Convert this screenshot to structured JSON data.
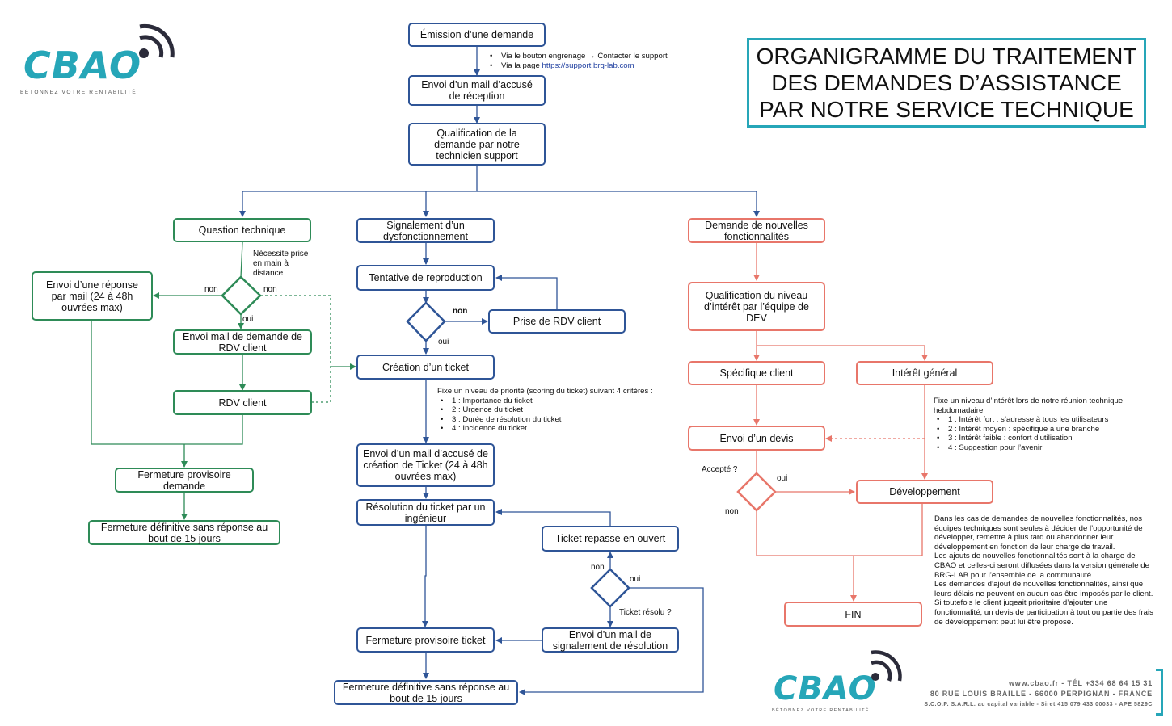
{
  "title": {
    "line1": "ORGANIGRAMME DU TRAITEMENT",
    "line2": "DES DEMANDES D’ASSISTANCE",
    "line3": "PAR NOTRE SERVICE TECHNIQUE"
  },
  "logo": {
    "brand": "CBAO",
    "tagline": "BÉTONNEZ VOTRE RENTABILITÉ"
  },
  "colors": {
    "blue": "#2f5597",
    "green": "#2e8b57",
    "red": "#e8766a",
    "brand": "#26a6b8"
  },
  "nodes": {
    "emission": "Émission d’une demande",
    "accuse": "Envoi d’un mail d’accusé de réception",
    "qualification": "Qualification de la demande par notre technicien support",
    "question_technique": "Question technique",
    "envoi_reponse": "Envoi d’une réponse par mail (24 à 48h ouvrées max)",
    "envoi_mail_rdv": "Envoi mail de demande de RDV client",
    "rdv_client": "RDV client",
    "fermeture_provisoire_demande": "Fermeture provisoire demande",
    "fermeture_definitive_1": "Fermeture définitive sans réponse au bout de 15 jours",
    "signalement": "Signalement d’un dysfonctionnement",
    "tentative": "Tentative de reproduction",
    "prise_rdv": "Prise de RDV client",
    "creation_ticket": "Création d’un ticket",
    "envoi_accuse_ticket": "Envoi d’un mail d’accusé de création de Ticket (24 à 48h ouvrées max)",
    "resolution": "Résolution du ticket par un ingénieur",
    "ticket_repasse": "Ticket repasse en ouvert",
    "envoi_mail_resolution": "Envoi d’un mail de signalement de résolution",
    "fermeture_provisoire_ticket": "Fermeture provisoire ticket",
    "fermeture_definitive_2": "Fermeture définitive sans réponse au bout de 15 jours",
    "demande_fonctionnalites": "Demande de nouvelles fonctionnalités",
    "qualification_interet": "Qualification du niveau d’intérêt par l’équipe de DEV",
    "specifique_client": "Spécifique client",
    "interet_general": "Intérêt général",
    "envoi_devis": "Envoi d’un devis",
    "developpement": "Développement",
    "fin": "FIN"
  },
  "labels": {
    "non_1": "non",
    "non_2": "non",
    "oui_1": "oui",
    "necessite": "Nécessite prise en main à distance",
    "non_3": "non",
    "oui_2": "oui",
    "non_4": "non",
    "oui_3": "oui",
    "ticket_resolu": "Ticket résolu ?",
    "accepte": "Accepté ?",
    "oui_4": "oui",
    "non_5": "non"
  },
  "notes": {
    "via_engrenage_prefix": "Via le bouton engrenage",
    "via_engrenage_arrow": "→",
    "via_engrenage_suffix": "Contacter le support",
    "via_page_prefix": "Via la page",
    "via_page_link": "https://support.brg-lab.com",
    "priorite_intro": "Fixe un niveau de priorité (scoring du ticket) suivant 4 critères :",
    "priorite_items": [
      "1 : Importance du ticket",
      "2 : Urgence du ticket",
      "3 : Durée de résolution du ticket",
      "4 : Incidence du ticket"
    ],
    "interet_intro": "Fixe un niveau d’intérêt lors de notre réunion technique hebdomadaire",
    "interet_items": [
      "1 : Intérêt fort : s’adresse à tous les utilisateurs",
      "2 : Intérêt moyen : spécifique à une branche",
      "3 : Intérêt faible : confort d’utilisation",
      "4 : Suggestion pour l’avenir"
    ],
    "paragraph_1": "Dans les cas de demandes de nouvelles fonctionnalités, nos équipes techniques sont seules à décider de l’opportunité de développer, remettre à plus tard ou abandonner leur développement en fonction de leur charge de travail.",
    "paragraph_2": "Les ajouts de nouvelles fonctionnalités sont à la charge de CBAO et celles-ci seront diffusées dans la version générale de BRG-LAB pour l’ensemble de la communauté.",
    "paragraph_3": "Les demandes d’ajout de nouvelles fonctionnalités, ainsi que leurs délais ne peuvent en aucun cas être imposés par le client.",
    "paragraph_4": "Si toutefois le client jugeait prioritaire d’ajouter une fonctionnalité, un devis de participation à tout ou partie des frais de développement peut lui être proposé."
  },
  "footer": {
    "line1": "www.cbao.fr - TÉL +334 68 64 15 31",
    "line2": "80 RUE LOUIS BRAILLE - 66000 PERPIGNAN - FRANCE",
    "line3": "S.C.O.P. S.A.R.L. au capital variable - Siret 415 079 433 00033 - APE 5829C"
  }
}
